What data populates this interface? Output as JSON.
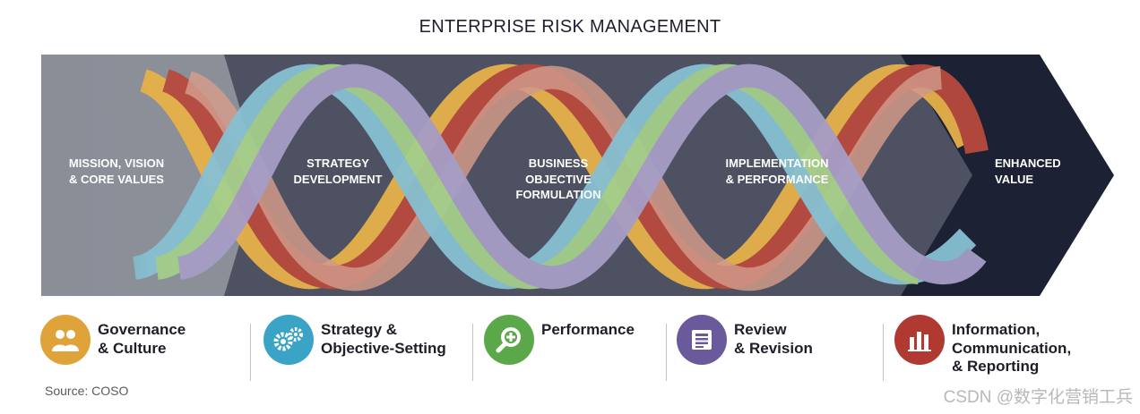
{
  "title": "ENTERPRISE RISK MANAGEMENT",
  "stages": [
    {
      "label": "MISSION, VISION\n& CORE VALUES"
    },
    {
      "label": "STRATEGY\nDEVELOPMENT"
    },
    {
      "label": "BUSINESS\nOBJECTIVE\nFORMULATION"
    },
    {
      "label": "IMPLEMENTATION\n& PERFORMANCE"
    },
    {
      "label": "ENHANCED\nVALUE"
    }
  ],
  "components": [
    {
      "label": "Governance\n& Culture",
      "icon": "people-icon",
      "color": "#e0a33a"
    },
    {
      "label": "Strategy &\nObjective-Setting",
      "icon": "gears-icon",
      "color": "#3aa3c6"
    },
    {
      "label": "Performance",
      "icon": "magnifier-icon",
      "color": "#5aa84a"
    },
    {
      "label": "Review\n& Revision",
      "icon": "document-icon",
      "color": "#6a5a9c"
    },
    {
      "label": "Information,\nCommunication,\n& Reporting",
      "icon": "bar-chart-icon",
      "color": "#b03a32"
    }
  ],
  "source": "Source: COSO",
  "watermark": "CSDN @数字化营销工兵",
  "colors": {
    "panel_left": "#8a8e97",
    "panel_mid": "#4d5160",
    "panel_end": "#1d2233",
    "ribbons": [
      "#e7b14a",
      "#b6473c",
      "#7fb5c8",
      "#a9cf8e",
      "#a79cc4"
    ]
  }
}
